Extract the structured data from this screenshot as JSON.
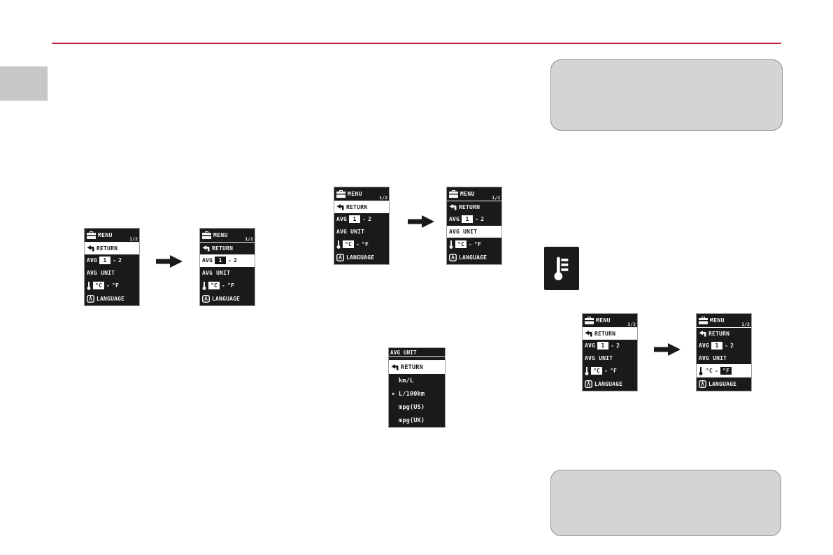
{
  "colors": {
    "accent_red": "#c12337",
    "tab_gray": "#c6c7c9",
    "note_bg": "#d3d4d6",
    "note_border": "#8e9094",
    "lcd_bg": "#1a1a1a",
    "lcd_fg": "#f4f4f4"
  },
  "screens": {
    "menu_title": "MENU",
    "menu_page": "1/2",
    "return_label": "RETURN",
    "avg_label": "AVG",
    "avg_value1": "1",
    "avg_dash": "-",
    "avg_value2": "2",
    "avg_unit_label": "AVG UNIT",
    "temp_c": "°C",
    "temp_dash": "-",
    "temp_f": "°F",
    "language_label": "LANGUAGE"
  },
  "unit_menu": {
    "title": "AVG UNIT",
    "return_label": "RETURN",
    "pointer": "▶",
    "items": [
      {
        "label": "km/L",
        "selected": false
      },
      {
        "label": "L/100km",
        "selected": true
      },
      {
        "label": "mpg(US)",
        "selected": false
      },
      {
        "label": "mpg(UK)",
        "selected": false
      }
    ]
  }
}
